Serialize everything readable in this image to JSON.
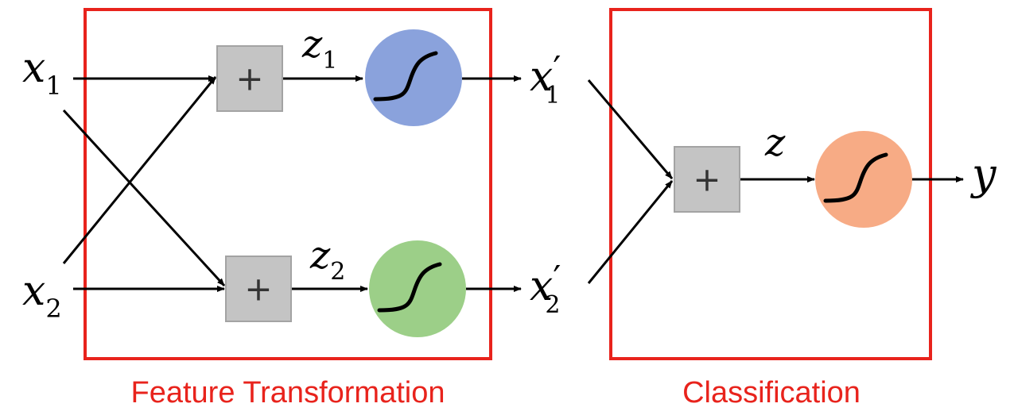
{
  "colors": {
    "frame": "#e8231c",
    "caption": "#e8231c",
    "adder_fill": "#c4c4c4",
    "adder_stroke": "#a3a3a3",
    "neuron_blue": "#8aa2dc",
    "neuron_green": "#9ccf88",
    "neuron_orange": "#f7ab85",
    "line": "#000000"
  },
  "inputs": {
    "x1": {
      "base": "x",
      "sub": "1"
    },
    "x2": {
      "base": "x",
      "sub": "2"
    }
  },
  "hidden": {
    "z1": {
      "base": "z",
      "sub": "1"
    },
    "z2": {
      "base": "z",
      "sub": "2"
    },
    "x1p": {
      "base": "x",
      "prime": "′",
      "sub": "1"
    },
    "x2p": {
      "base": "x",
      "prime": "′",
      "sub": "2"
    }
  },
  "output": {
    "z": "z",
    "y": "y"
  },
  "operator": "+",
  "icons": {
    "adder": "plus-icon",
    "activation": "sigmoid-icon"
  },
  "captions": {
    "feature": "Feature Transformation",
    "classification": "Classification"
  }
}
